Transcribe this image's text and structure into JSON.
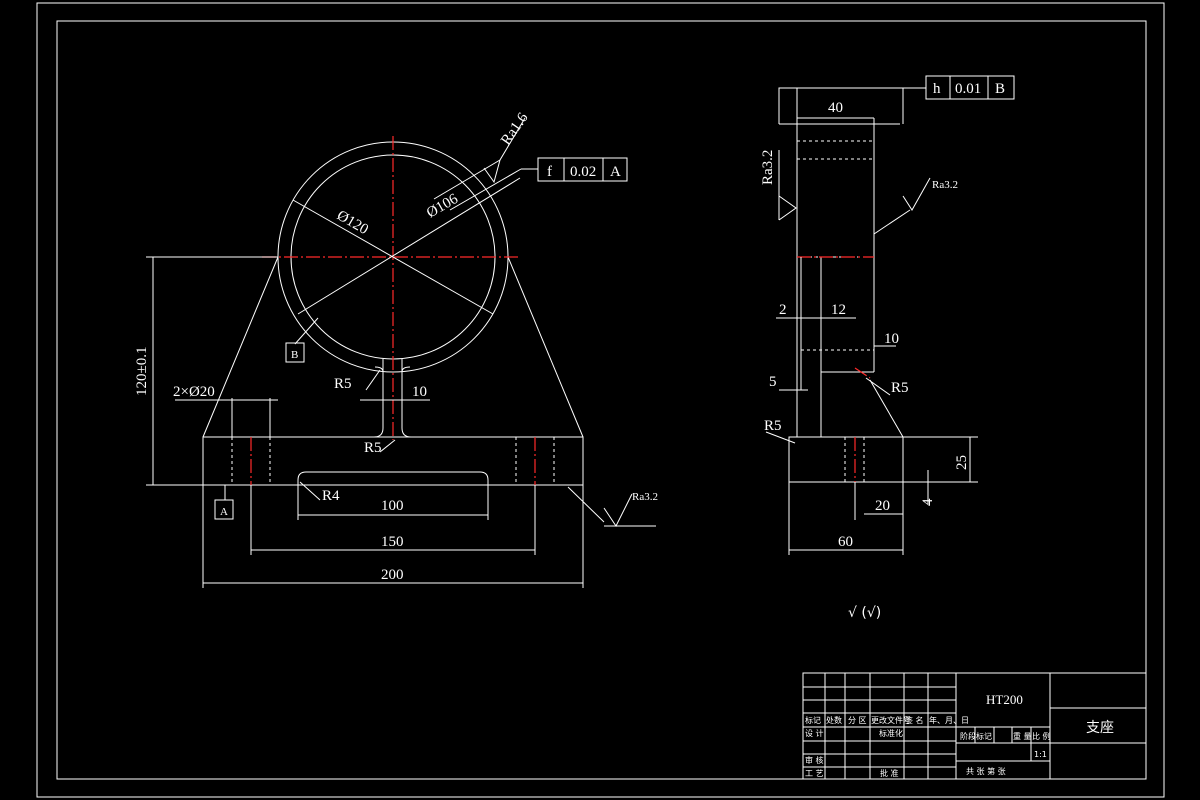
{
  "front_view": {
    "dim_120": "Ø120",
    "dim_106": "Ø106",
    "dim_height": "120±0.1",
    "dim_holes": "2×Ø20",
    "dim_r5_top": "R5",
    "dim_r5_bottom": "R5",
    "dim_10": "10",
    "dim_r4": "R4",
    "dim_100": "100",
    "dim_150": "150",
    "dim_200": "200",
    "datum_a": "A",
    "datum_b": "B",
    "roughness_bore": "Ra1.6",
    "roughness_base": "Ra3.2",
    "tol_symbol": "f",
    "tol_value": "0.02",
    "tol_datum": "A"
  },
  "side_view": {
    "dim_40": "40",
    "dim_2": "2",
    "dim_12": "12",
    "dim_10": "10",
    "dim_5": "5",
    "dim_r5_inner": "R5",
    "dim_r5_outer": "R5",
    "dim_25": "25",
    "dim_4": "4",
    "dim_20": "20",
    "dim_60": "60",
    "roughness_left": "Ra3.2",
    "roughness_right": "Ra3.2",
    "tol_symbol": "h",
    "tol_value": "0.01",
    "tol_datum": "B"
  },
  "general_roughness": "√ (√)",
  "title_block": {
    "material": "HT200",
    "part_name": "支座",
    "scale_value": "1:1",
    "cells": {
      "mark": "标记",
      "count": "处数",
      "zone": "分 区",
      "doc_no": "更改文件号",
      "signature": "签 名",
      "date": "年、月、日",
      "design": "设 计",
      "standardize": "标准化",
      "review": "审 核",
      "process": "工 艺",
      "approve": "批 准",
      "stage_mark": "阶段标记",
      "weight": "重 量",
      "scale": "比 例",
      "sheets": "共   张  第   张"
    }
  }
}
